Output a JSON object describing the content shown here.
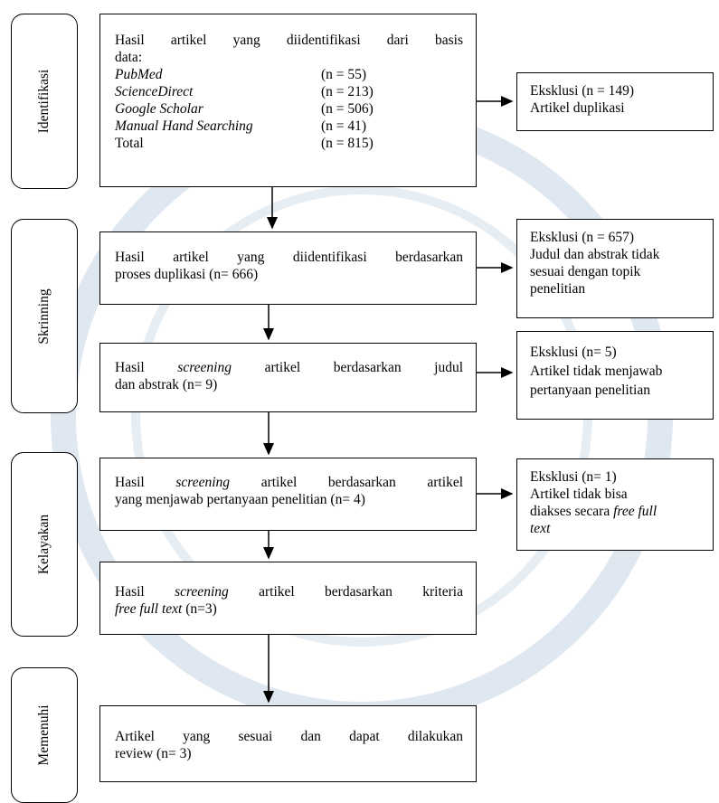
{
  "stages": [
    {
      "id": "identifikasi",
      "label": "Identifikasi"
    },
    {
      "id": "skrining",
      "label": "Skrinning"
    },
    {
      "id": "kelayakan",
      "label": "Kelayakan"
    },
    {
      "id": "memenuhi",
      "label": "Memenuhi"
    }
  ],
  "identification": {
    "heading_line1": "Hasil artikel yang diidentifikasi dari basis",
    "heading_line2": "data:",
    "sources": [
      {
        "name": "PubMed",
        "count": "(n = 55)"
      },
      {
        "name": "ScienceDirect",
        "count": "(n = 213)"
      },
      {
        "name": "Google Scholar",
        "count": "(n = 506)"
      },
      {
        "name": "Manual Hand Searching",
        "count": "(n = 41)"
      }
    ],
    "total_label": "Total",
    "total_count": "(n = 815)"
  },
  "main_boxes": {
    "dedup_line1": "Hasil artikel yang diidentifikasi berdasarkan",
    "dedup_line2": "proses duplikasi (n= 666)",
    "screen_prefix": "Hasil",
    "screen_italic": "screening",
    "screen_rest1": "artikel berdasarkan judul",
    "screen_line2": "dan abstrak (n= 9)",
    "elig_prefix": "Hasil",
    "elig_italic": "screening",
    "elig_rest1": "artikel berdasarkan artikel",
    "elig_line2": "yang menjawab pertanyaan penelitian (n= 4)",
    "free_prefix": "Hasil",
    "free_italic": "screening",
    "free_rest1": "artikel berdasarkan kriteria",
    "free_italic2": "free full text",
    "free_rest2": "(n=3)",
    "final_line1": "Artikel yang sesuai dan dapat dilakukan",
    "final_line2": "review (n= 3)"
  },
  "exclusions": {
    "e1_line1": "Eksklusi (n = 149)",
    "e1_line2": "Artikel duplikasi",
    "e2_line1": "Eksklusi (n = 657)",
    "e2_line2": "Judul dan abstrak tidak",
    "e2_line3": "sesuai dengan topik",
    "e2_line4": "penelitian",
    "e3_line1": "Eksklusi (n= 5)",
    "e3_line2": "Artikel tidak menjawab",
    "e3_line3": "pertanyaan penelitian",
    "e4_line1": "Eksklusi (n= 1)",
    "e4_line2": "Artikel tidak bisa",
    "e4_line3_prefix": "diakses secara",
    "e4_line3_italic": "free full",
    "e4_line4_italic": "text"
  },
  "colors": {
    "line": "#000000",
    "watermark": "#d9e4ee"
  }
}
